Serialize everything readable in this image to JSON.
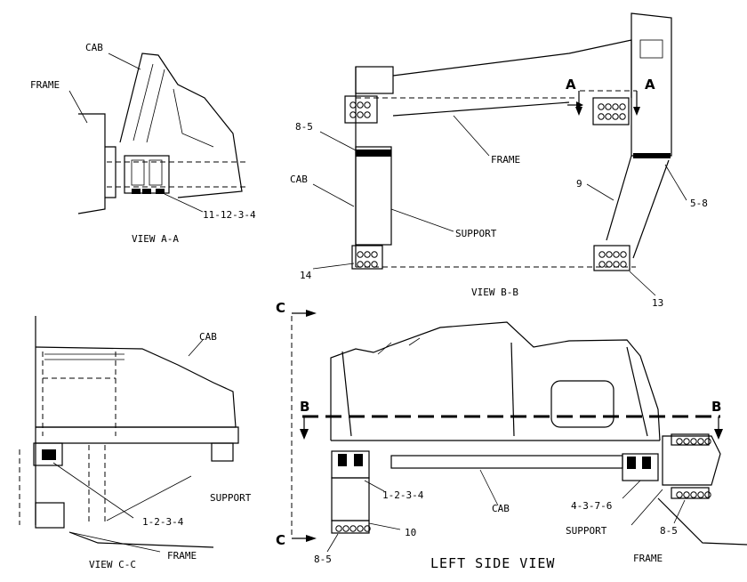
{
  "view_aa": {
    "title": "VIEW A-A",
    "cab_label": "CAB",
    "frame_label": "FRAME",
    "callout": "11-12-3-4"
  },
  "view_bb": {
    "title": "VIEW B-B",
    "section_letter": "A",
    "cab_label": "CAB",
    "frame_label": "FRAME",
    "support_label": "SUPPORT",
    "callout_top_left": "8-5",
    "callout_nine": "9",
    "callout_right": "5-8",
    "callout_fourteen": "14",
    "callout_thirteen": "13"
  },
  "view_cc": {
    "title": "VIEW C-C",
    "cab_label": "CAB",
    "support_label": "SUPPORT",
    "frame_label": "FRAME",
    "callout": "1-2-3-4"
  },
  "left_side_view": {
    "title": "LEFT SIDE VIEW",
    "section_c": "C",
    "section_b": "B",
    "cab_label": "CAB",
    "support_label": "SUPPORT",
    "frame_label": "FRAME",
    "callout_left": "1-2-3-4",
    "callout_ten": "10",
    "callout_bottom_left": "8-5",
    "callout_right": "4-3-7-6",
    "callout_bottom_right": "8-5"
  }
}
